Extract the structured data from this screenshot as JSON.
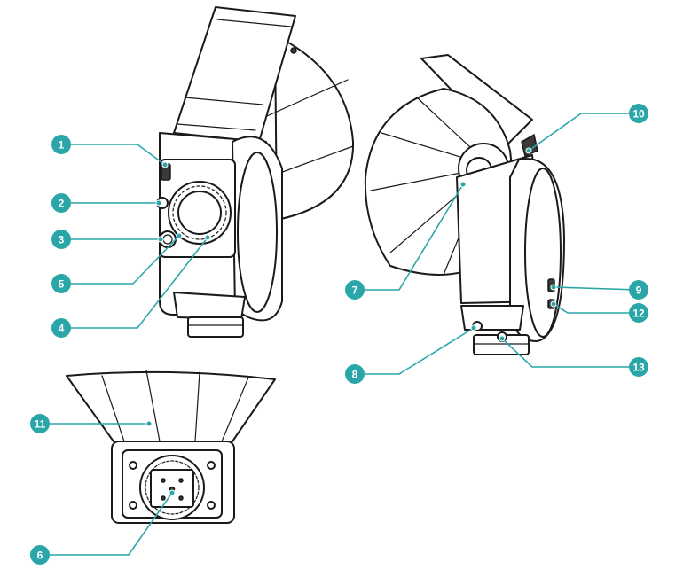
{
  "colors": {
    "accent": "#2aa6a8",
    "outline": "#1a1a1a",
    "background": "#ffffff"
  },
  "callouts": [
    {
      "id": "1",
      "label": "1"
    },
    {
      "id": "2",
      "label": "2"
    },
    {
      "id": "3",
      "label": "3"
    },
    {
      "id": "4",
      "label": "4"
    },
    {
      "id": "5",
      "label": "5"
    },
    {
      "id": "6",
      "label": "6"
    },
    {
      "id": "7",
      "label": "7"
    },
    {
      "id": "8",
      "label": "8"
    },
    {
      "id": "9",
      "label": "9"
    },
    {
      "id": "10",
      "label": "10"
    },
    {
      "id": "11",
      "label": "11"
    },
    {
      "id": "12",
      "label": "12"
    },
    {
      "id": "13",
      "label": "13"
    }
  ]
}
